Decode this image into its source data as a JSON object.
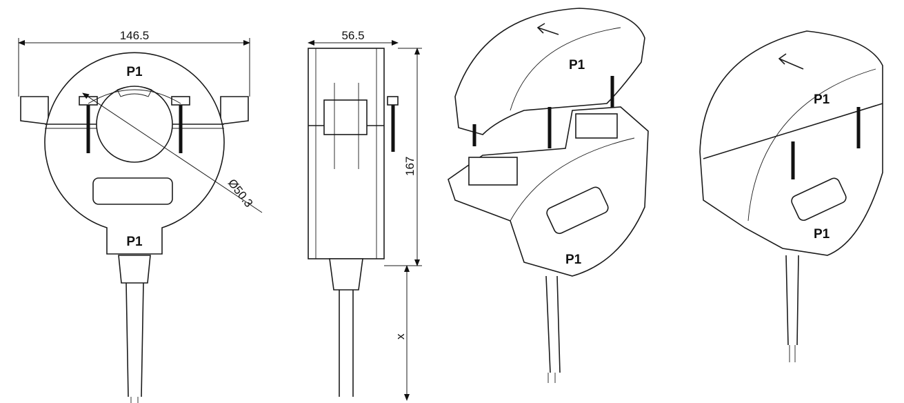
{
  "front_view": {
    "width_dim": "146.5",
    "diameter_dim": "Ø50.3",
    "top_marking": "P1",
    "bottom_marking": "P1"
  },
  "side_view": {
    "depth_dim": "56.5",
    "height_dim": "167",
    "cable_length_dim": "x"
  },
  "iso_open_view": {
    "top_marking": "P1",
    "bottom_marking": "P1"
  },
  "iso_closed_view": {
    "top_marking": "P1",
    "bottom_marking": "P1"
  }
}
